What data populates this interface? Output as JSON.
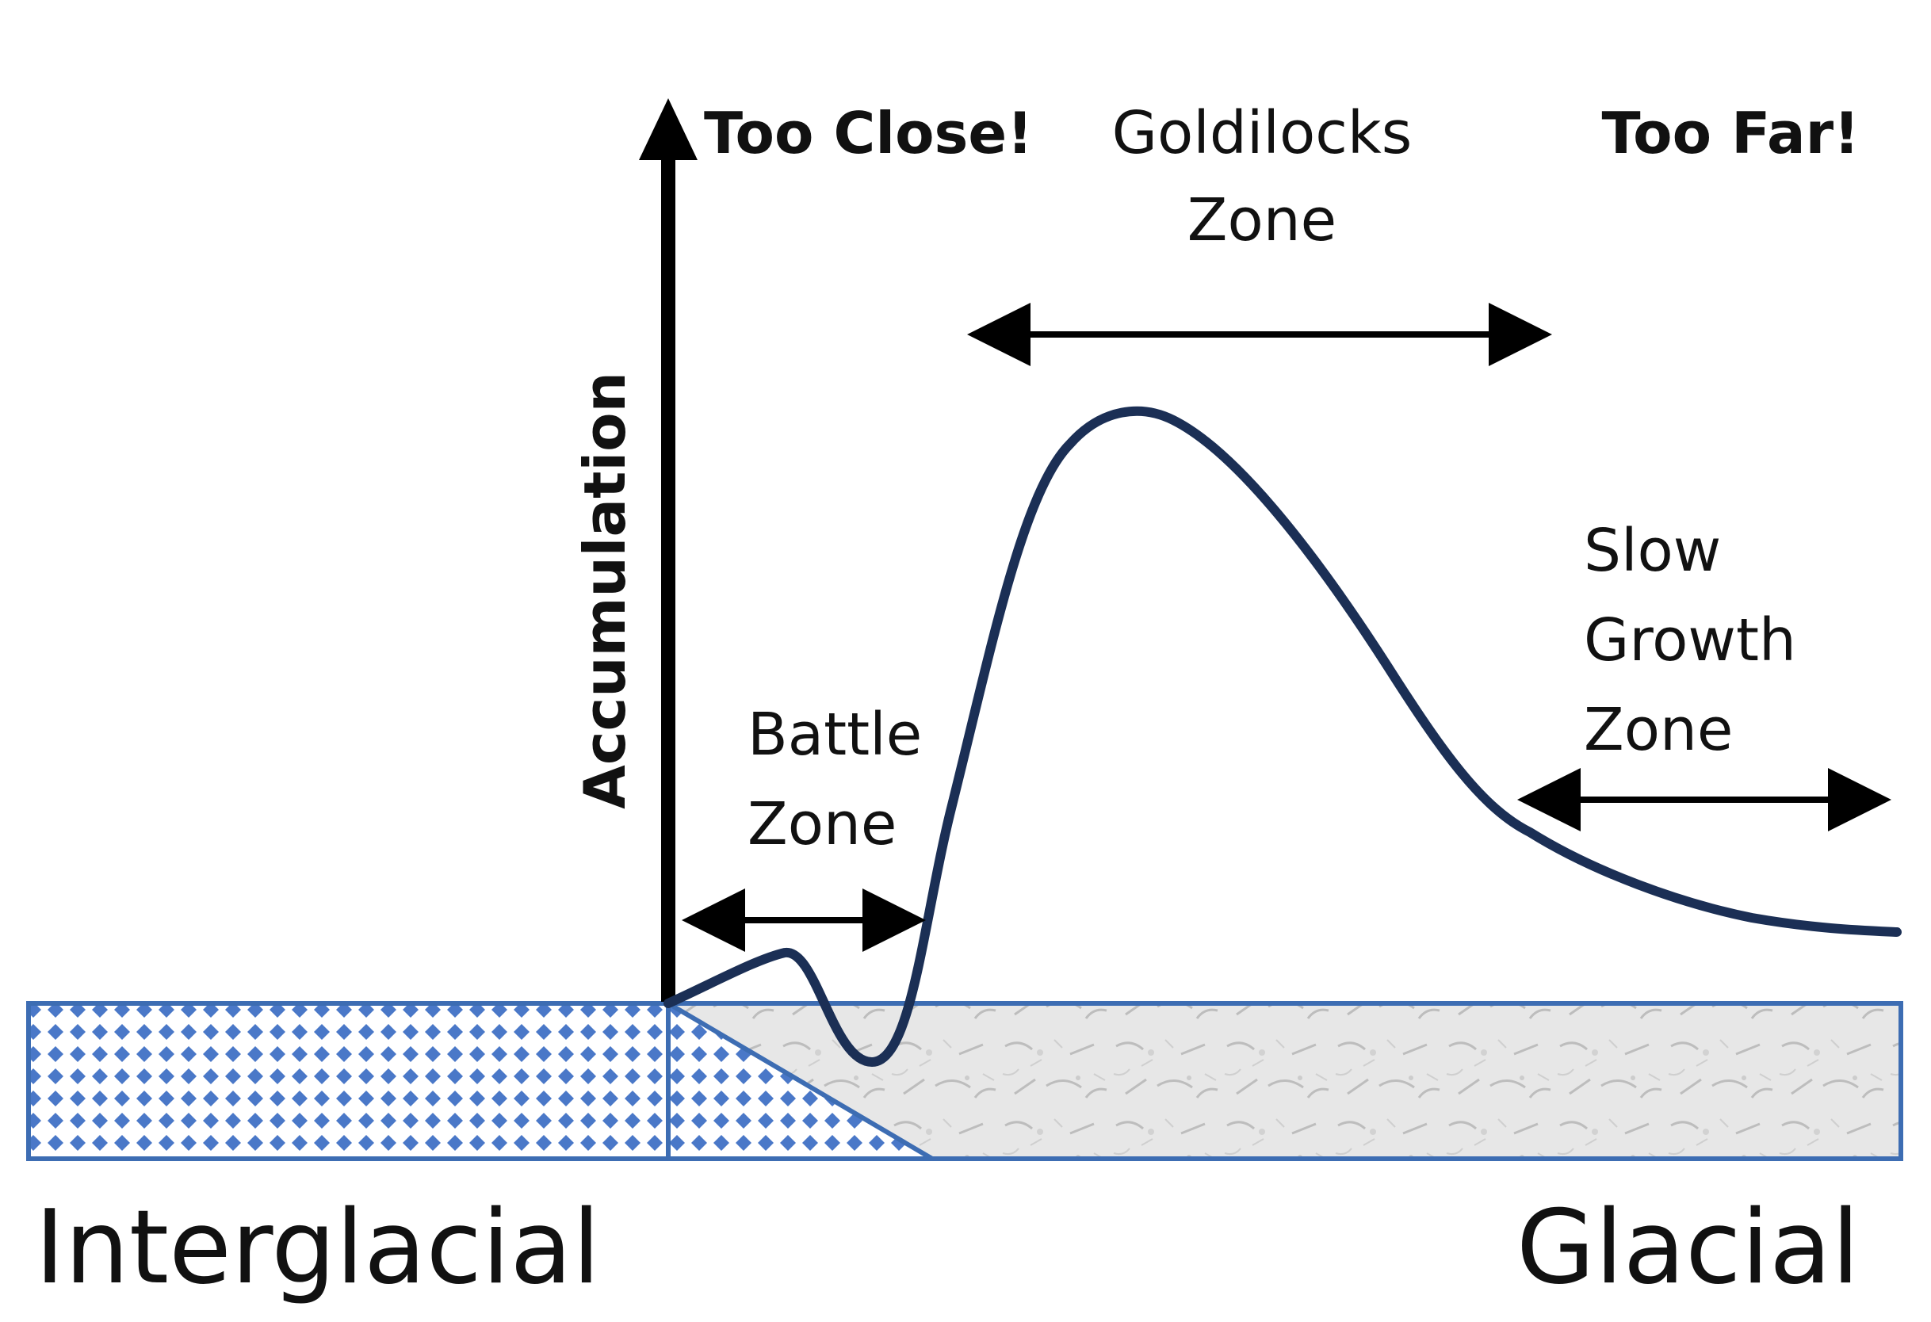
{
  "labels": {
    "too_close": "Too Close!",
    "goldilocks_line1": "Goldilocks",
    "goldilocks_line2": "Zone",
    "too_far": "Too Far!",
    "accumulation": "Accumulation",
    "battle_line1": "Battle",
    "battle_line2": "Zone",
    "slow_line1": "Slow",
    "slow_line2": "Growth",
    "slow_line3": "Zone",
    "interglacial": "Interglacial",
    "glacial": "Glacial"
  },
  "colors": {
    "curve": "#1b2f55",
    "axis": "#000000",
    "strip_border": "#3d6db3",
    "dot_pattern": "#4a78c8",
    "ice": "#e6e6e6",
    "text": "#111111"
  }
}
